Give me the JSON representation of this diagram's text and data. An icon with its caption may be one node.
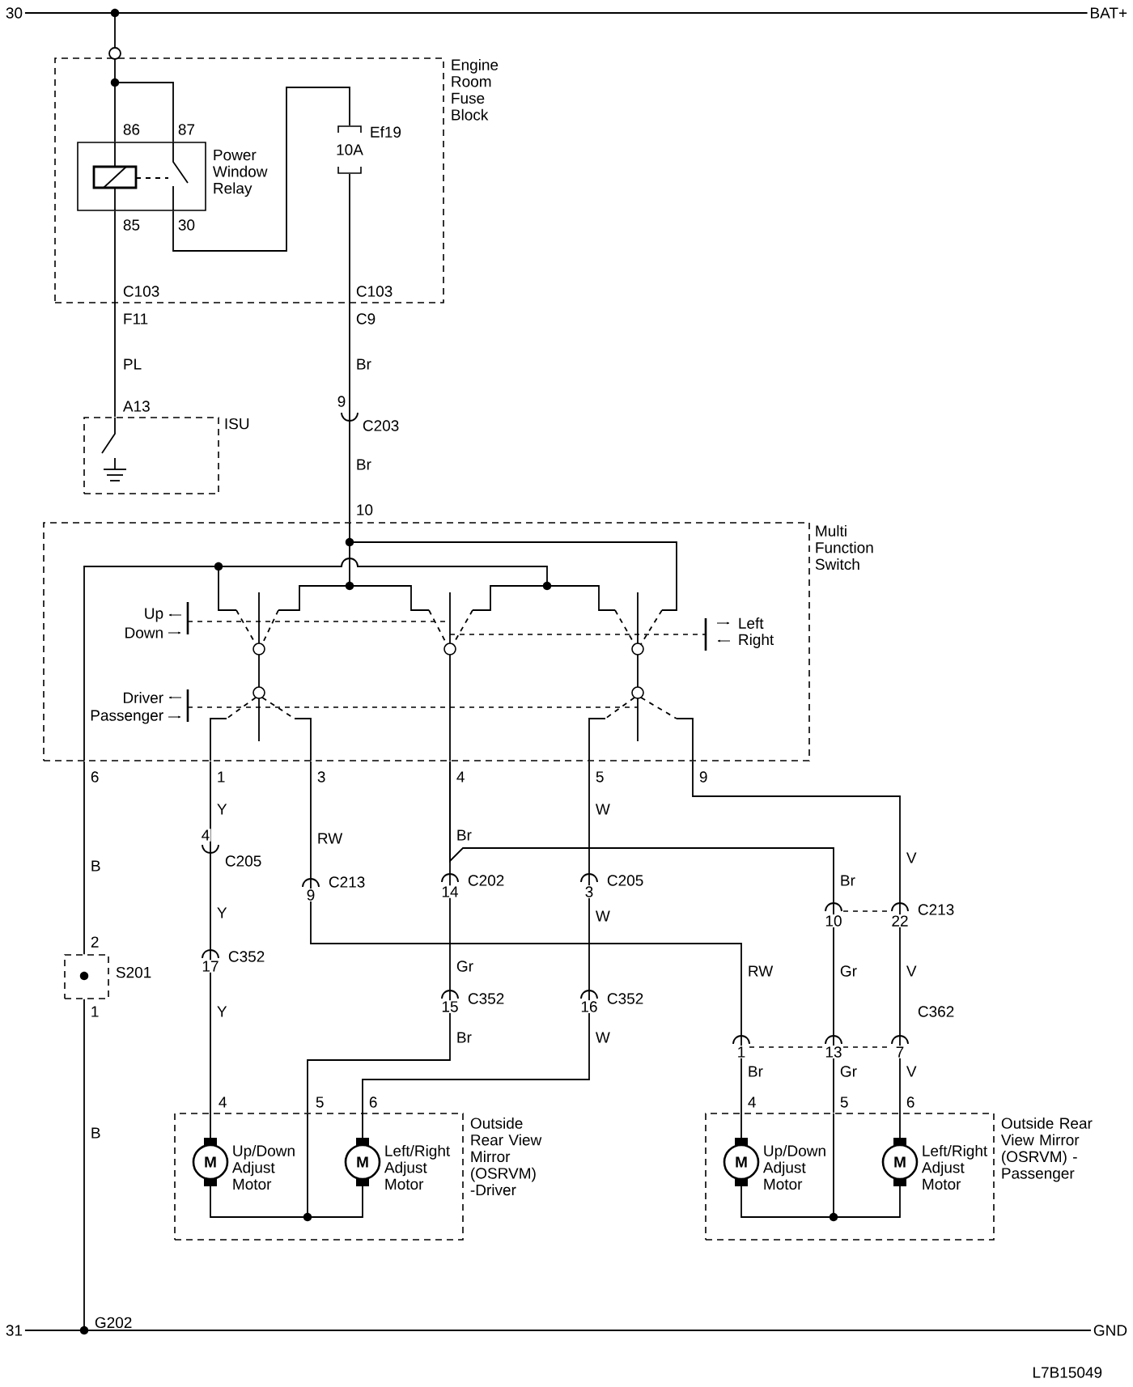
{
  "diagram": {
    "nodes": [
      {
        "text": [
          "Engine Room Fuse Block"
        ]
      },
      {
        "text": [
          "Power Window Relay"
        ],
        "in": 0
      },
      {
        "text": [
          "10A"
        ],
        "beside": [
          "Ef19"
        ],
        "in": 0
      },
      {
        "text": [
          "ISU"
        ]
      },
      {
        "text": [
          "Multi Function Switch"
        ]
      },
      {
        "text": [
          "S201"
        ]
      },
      {
        "text": [
          "Outside Rear View Mirror (OSRVM) -Driver"
        ]
      },
      {
        "text": [
          "M",
          "Up/Down Adjust Motor"
        ],
        "in": 6
      },
      {
        "text": [
          "M",
          "Left/Right Adjust Motor"
        ],
        "in": 6
      },
      {
        "text": [
          "Outside Rear View Mirror (OSRVM) -Passenger"
        ]
      },
      {
        "text": [
          "M",
          "Up/Down Adjust Motor"
        ],
        "in": 9
      },
      {
        "text": [
          "M",
          "Left/Right Adjust Motor"
        ],
        "in": 9
      },
      {
        "text": [
          "30"
        ]
      },
      {
        "text": [
          "BAT+"
        ]
      },
      {
        "text": [
          "31"
        ]
      },
      {
        "text": [
          "GND"
        ]
      },
      {
        "text": [
          "G202"
        ]
      }
    ],
    "edges": [
      {
        "from": 12,
        "to": 13,
        "arrow": "none"
      },
      {
        "from": 14,
        "to": 15,
        "arrow": "none"
      },
      {
        "from": null,
        "to": 1,
        "arrow": "none"
      },
      {
        "from": 1,
        "to": 2,
        "arrow": "none"
      },
      {
        "from": 1,
        "to": 3,
        "arrow": "none"
      },
      {
        "from": 2,
        "to": 4,
        "arrow": "none"
      },
      {
        "from": 4,
        "to": 5,
        "arrow": "none"
      },
      {
        "from": 5,
        "to": 16,
        "arrow": "none"
      },
      {
        "from": 4,
        "to": 7,
        "arrow": "none"
      },
      {
        "from": 4,
        "to": 10,
        "arrow": "none"
      },
      {
        "from": 4,
        "to": 6,
        "arrow": "none"
      },
      {
        "from": 4,
        "to": 9,
        "arrow": "none"
      },
      {
        "from": 4,
        "to": 8,
        "arrow": "none"
      },
      {
        "from": 4,
        "to": 11,
        "arrow": "none"
      },
      {
        "from": 7,
        "to": 8,
        "arrow": "none"
      },
      {
        "from": 10,
        "to": 11,
        "arrow": "none"
      }
    ],
    "labels": [
      "86",
      "87",
      "85",
      "30",
      "C103",
      "C103",
      "F11",
      "C9",
      "PL",
      "Br",
      "A13",
      "9",
      "C203",
      "Br",
      "10",
      "Up",
      "Left",
      "Down",
      "Right",
      "Driver",
      "Passenger",
      "6",
      "1",
      "3",
      "4",
      "5",
      "9",
      "Y",
      "W",
      "4",
      "RW",
      "Br",
      "B",
      "C205",
      "V",
      "C213",
      "C202",
      "C205",
      "Br",
      "9",
      "14",
      "3",
      "Y",
      "W",
      "10",
      "22",
      "C213",
      "2",
      "17",
      "C352",
      "Gr",
      "RW",
      "Gr",
      "V",
      "1",
      "Y",
      "15",
      "C352",
      "16",
      "C352",
      "C362",
      "Br",
      "W",
      "1",
      "13",
      "7",
      "Br",
      "Gr",
      "V",
      "4",
      "5",
      "6",
      "4",
      "5",
      "6",
      "B",
      "L7B15049"
    ]
  }
}
